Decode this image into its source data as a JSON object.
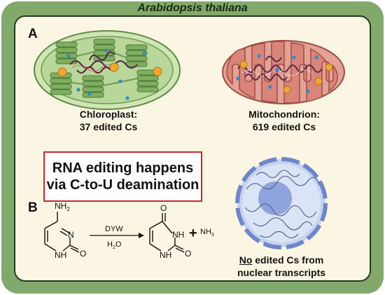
{
  "organism": "Arabidopsis thaliana",
  "panels": {
    "a_label": "A",
    "b_label": "B"
  },
  "chloroplast": {
    "line1": "Chloroplast:",
    "line2": "37 edited Cs"
  },
  "mitochondrion": {
    "line1": "Mitochondrion:",
    "line2": "619 edited Cs"
  },
  "nucleus": {
    "underlined": "No",
    "line1_rest": " edited Cs from",
    "line2": "nuclear transcripts"
  },
  "callout": {
    "line1": "RNA editing happens",
    "line2": "via C-to-U deamination"
  },
  "reaction": {
    "cytosine_amine": "NH",
    "cytosine_amine_sub": "2",
    "cytosine_n": "N",
    "cytosine_nh": "NH",
    "cytosine_o": "O",
    "enzyme": "DYW",
    "water": "H",
    "water_sub": "2",
    "water_o": "O",
    "uracil_o_top": "O",
    "uracil_nh_top": "NH",
    "uracil_nh_bottom": "NH",
    "uracil_o_bottom": "O",
    "plus": "+",
    "ammonia": "NH",
    "ammonia_sub": "3"
  },
  "colors": {
    "outer_frame": "#82a96c",
    "inner_panel": "#fbf6e3",
    "callout_border": "#c8282a",
    "chloroplast_fill": "#b9d79a",
    "mitochondrion_fill": "#d9857a",
    "nucleus_fill": "#a9b9e6",
    "accent_orange": "#f0a733",
    "accent_blue": "#2b8fc6"
  }
}
